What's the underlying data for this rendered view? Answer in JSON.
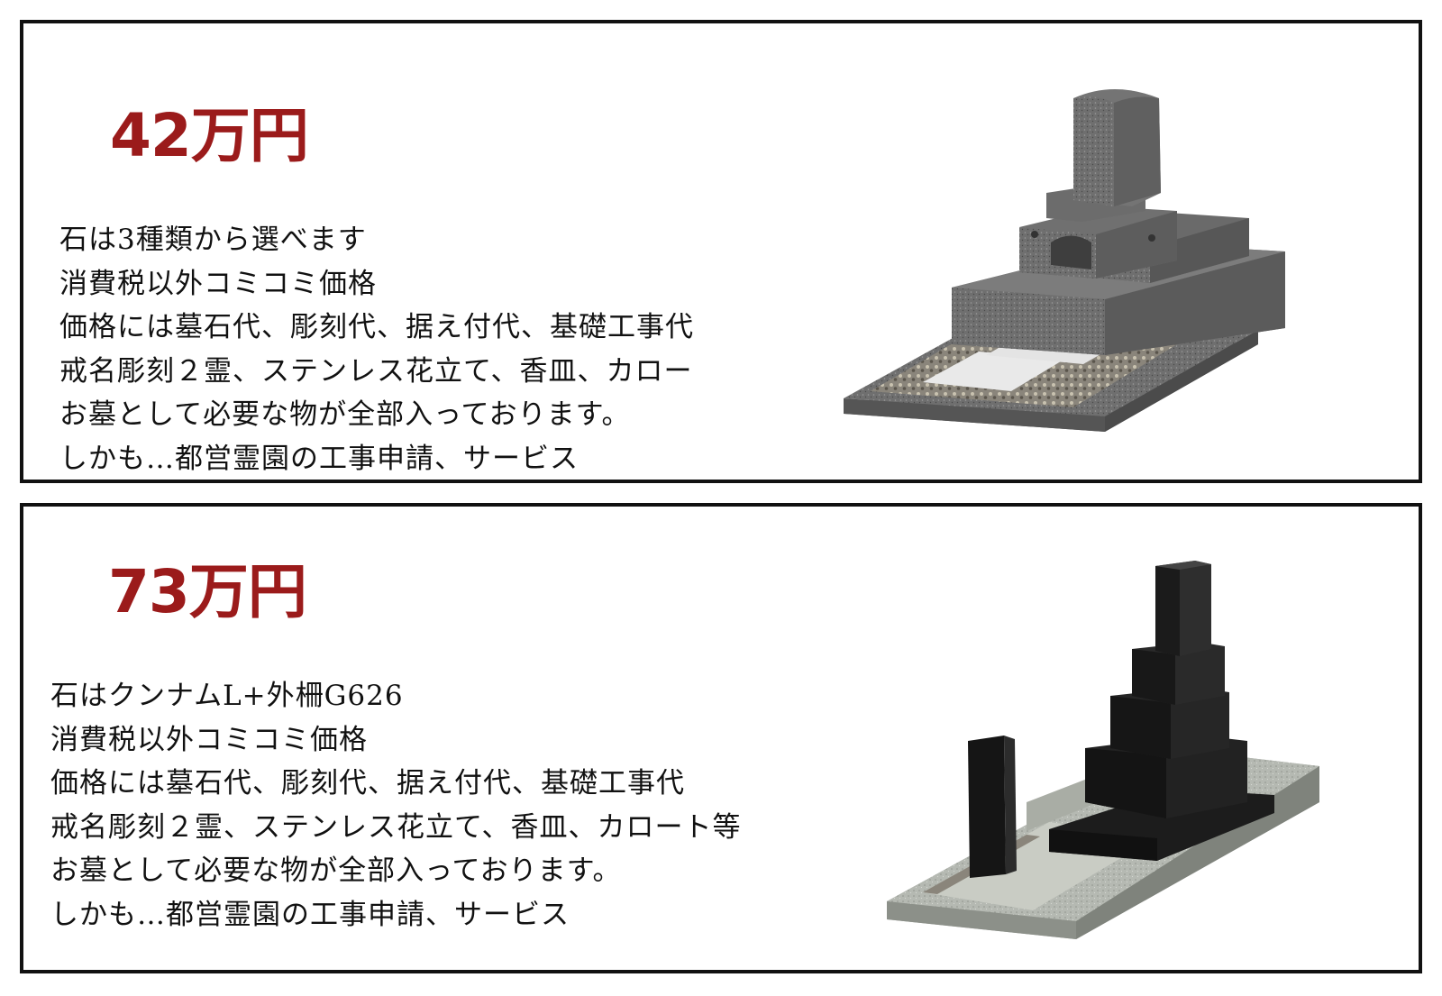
{
  "plans": [
    {
      "price": "42万円",
      "features": [
        "石は3種類から選べます",
        "消費税以外コミコミ価格",
        "価格には墓石代、彫刻代、据え付代、基礎工事代",
        "戒名彫刻２霊、ステンレス花立て、香皿、カロー",
        "お墓として必要な物が全部入っております。",
        "しかも…都営霊園の工事申請、サービス"
      ],
      "image_icon": "grey-granite-grave-icon"
    },
    {
      "price": "73万円",
      "features": [
        "石はクンナムL+外柵G626",
        "消費税以外コミコミ価格",
        "価格には墓石代、彫刻代、据え付代、基礎工事代",
        "戒名彫刻２霊、ステンレス花立て、香皿、カロート等",
        "お墓として必要な物が全部入っております。",
        "しかも…都営霊園の工事申請、サービス"
      ],
      "image_icon": "black-granite-grave-icon"
    }
  ],
  "colors": {
    "price": "#9b1b1b",
    "border": "#111111",
    "grey_granite": "#6d6d6d",
    "black_granite": "#1a1a1a",
    "light_granite": "#b9bdb6"
  }
}
